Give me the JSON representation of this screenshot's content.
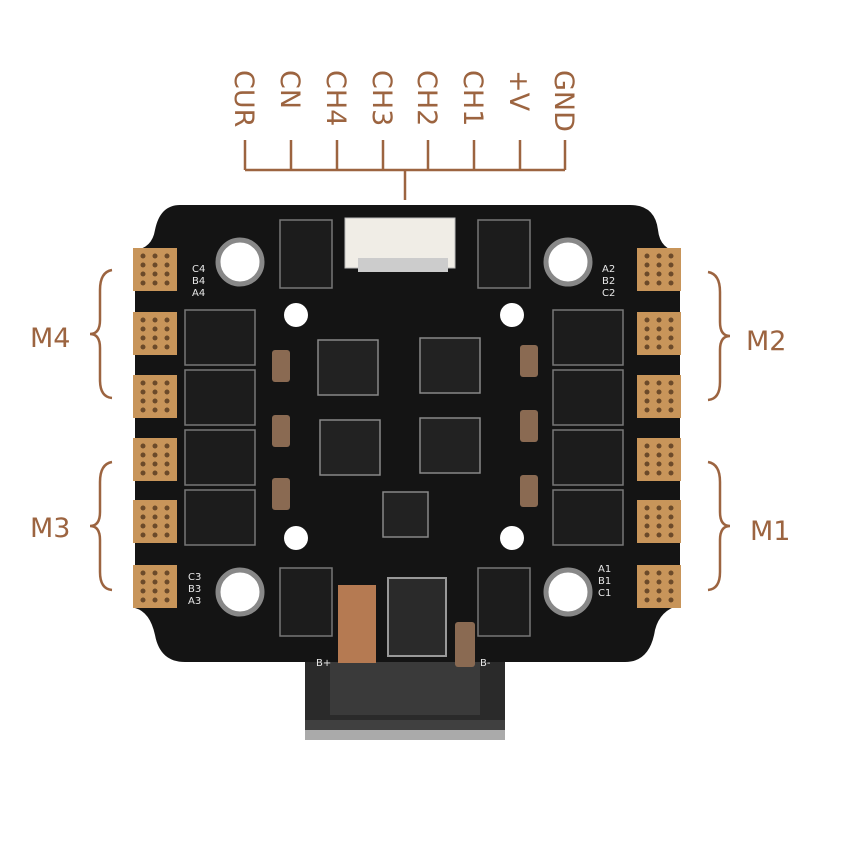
{
  "connector_pins": [
    "CUR",
    "CN",
    "CH4",
    "CH3",
    "CH2",
    "CH1",
    "+V",
    "GND"
  ],
  "motors": {
    "m4": "M4",
    "m3": "M3",
    "m2": "M2",
    "m1": "M1"
  },
  "silkscreen": {
    "m4_phases": [
      "C4",
      "B4",
      "A4"
    ],
    "m2_phases": [
      "A2",
      "B2",
      "C2"
    ],
    "m3_phases": [
      "C3",
      "B3",
      "A3"
    ],
    "m1_phases": [
      "A1",
      "B1",
      "C1"
    ],
    "battery_pos": "B+",
    "battery_neg": "B-"
  },
  "colors": {
    "annotation": "#9c6440",
    "board": "#141414",
    "pad": "#c8955a"
  }
}
